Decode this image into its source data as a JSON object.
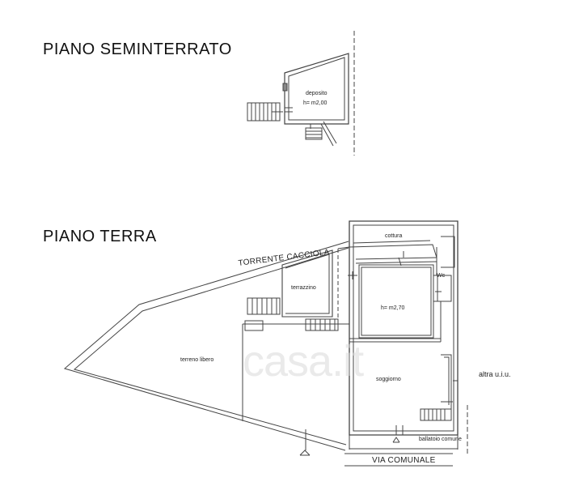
{
  "floors": {
    "basement": {
      "title": "PIANO SEMINTERRATO"
    },
    "ground": {
      "title": "PIANO TERRA"
    }
  },
  "labels": {
    "deposito": "deposito",
    "deposito_height": "h= m2,00",
    "cottura": "cottura",
    "wc": "Wc",
    "terrazzino": "terrazzino",
    "ground_height": "h= m2,70",
    "terreno": "terreno libero",
    "soggiorno": "soggiorno",
    "ballatoio": "ballatoio comune",
    "altra": "altra u.i.u.",
    "torrente": "TORRENTE CACCIOLA",
    "via": "VIA COMUNALE"
  },
  "watermark": {
    "text": "casa.it"
  }
}
